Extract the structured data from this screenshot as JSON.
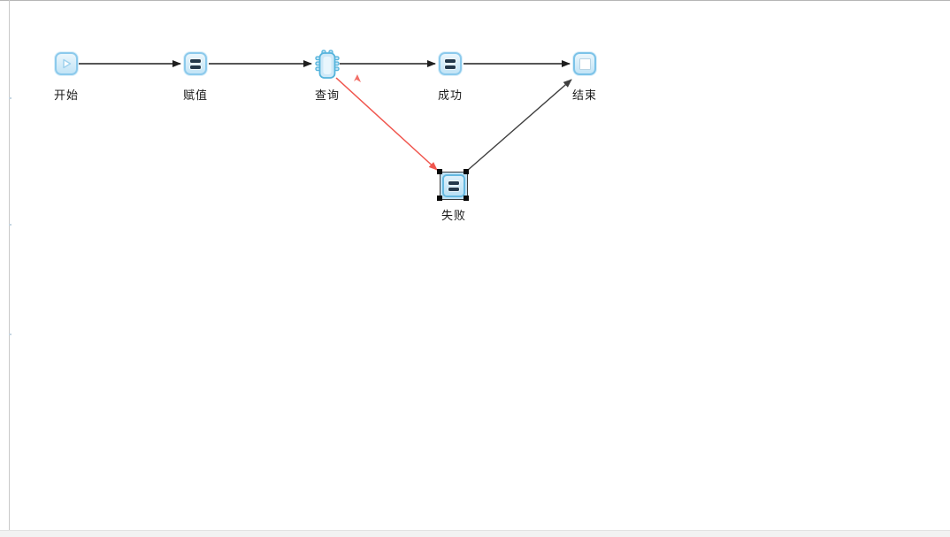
{
  "canvas": {
    "background": "#ffffff",
    "border_color": "#b5b5b5",
    "scrollbar_color": "#f2f2f2"
  },
  "workflow": {
    "nodes": [
      {
        "id": "start",
        "label": "开始",
        "type": "start-node",
        "icon": "play-icon",
        "selected": false
      },
      {
        "id": "assign",
        "label": "赋值",
        "type": "task-node",
        "icon": "assign-icon",
        "selected": false
      },
      {
        "id": "query",
        "label": "查询",
        "type": "query-node",
        "icon": "query-icon",
        "selected": false
      },
      {
        "id": "success",
        "label": "成功",
        "type": "task-node",
        "icon": "assign-icon",
        "selected": false
      },
      {
        "id": "end",
        "label": "结束",
        "type": "end-node",
        "icon": "stop-icon",
        "selected": false
      },
      {
        "id": "fail",
        "label": "失败",
        "type": "task-node",
        "icon": "assign-icon",
        "selected": true
      }
    ],
    "edges": [
      {
        "name": "start-to-assign",
        "color": "#1f1f1f"
      },
      {
        "name": "assign-to-query",
        "color": "#1f1f1f"
      },
      {
        "name": "query-to-success",
        "color": "#1f1f1f"
      },
      {
        "name": "success-to-end",
        "color": "#1f1f1f"
      },
      {
        "name": "query-to-fail",
        "color": "#f0564e"
      },
      {
        "name": "fail-to-end",
        "color": "#3f3f3f"
      }
    ]
  },
  "colors": {
    "edge_dark": "#1f1f1f",
    "edge_gray": "#3f3f3f",
    "edge_red": "#f0564e",
    "node_border": "#8ccaec",
    "node_fill": "#cfe9f8",
    "node_icon_dark": "#24394b",
    "selection_handle": "#0a0a0a",
    "label_color": "#1a1a1a"
  }
}
